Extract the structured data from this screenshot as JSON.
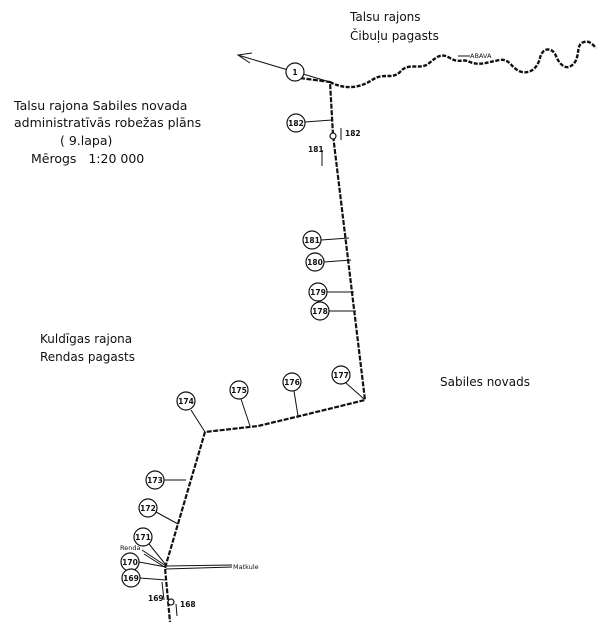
{
  "title": {
    "line1": "Talsu rajona Sabiles novada",
    "line2": "administratīvās robežas plāns",
    "sheet": "( 9.lapa)",
    "scale": "Mērogs   1:20 000"
  },
  "regions": {
    "north_line1": "Talsu rajons",
    "north_line2": "Čibuļu pagasts",
    "west_line1": "Kuldīgas rajona",
    "west_line2": "Rendas pagasts",
    "east": "Sabiles novads"
  },
  "river": "ABAVA",
  "roads": {
    "renda": "Renda",
    "matkule": "Matkule"
  },
  "points": [
    "1",
    "182",
    "181",
    "180",
    "179",
    "178",
    "177",
    "176",
    "175",
    "174",
    "173",
    "172",
    "171",
    "170",
    "169"
  ],
  "direction_labels": {
    "p182": "182",
    "p181": "181",
    "p169": "169",
    "p168": "168"
  }
}
